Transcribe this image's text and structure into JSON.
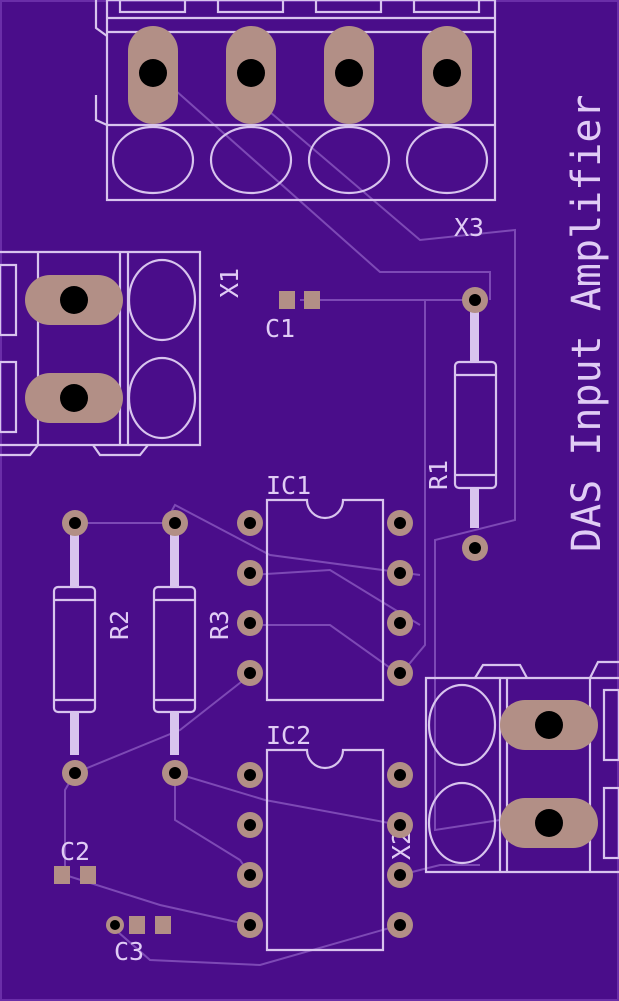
{
  "board": {
    "background_color": "#4a0d8a",
    "silkscreen_color": "#d8c4ee",
    "pad_color": "#b28f86",
    "title": "DAS Input Amplifier"
  },
  "labels": {
    "x1": "X1",
    "x2": "X2",
    "x3": "X3",
    "c1": "C1",
    "c2": "C2",
    "c3": "C3",
    "r1": "R1",
    "r2": "R2",
    "r3": "R3",
    "ic1": "IC1",
    "ic2": "IC2"
  }
}
